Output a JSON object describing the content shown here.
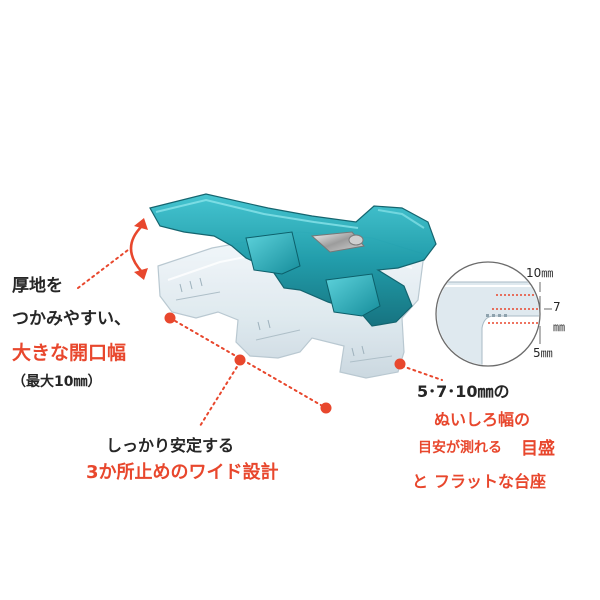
{
  "labels": {
    "thick_line1": "厚地を",
    "thick_line2": "つかみやすい、",
    "thick_line3": "大きな開口幅",
    "thick_line4": "（最大10㎜）",
    "stable_line1": "しっかり安定する",
    "stable_line2": "3か所止めのワイド設計",
    "seam_line1": "5･7･10㎜の",
    "seam_line2": "ぬいしろ幅の",
    "seam_line3a": "目安が測れる",
    "seam_line3b": "目盛",
    "seam_line4a": "と",
    "seam_line4b": "フラットな台座"
  },
  "scale": {
    "mark_10": "10㎜",
    "mark_7": "7",
    "mark_7_unit": "㎜",
    "mark_5": "5㎜"
  },
  "colors": {
    "accent_red": "#e8472d",
    "clip_teal": "#1a9aa8",
    "clip_clear": "#dde8ee",
    "text_dark": "#262626"
  }
}
